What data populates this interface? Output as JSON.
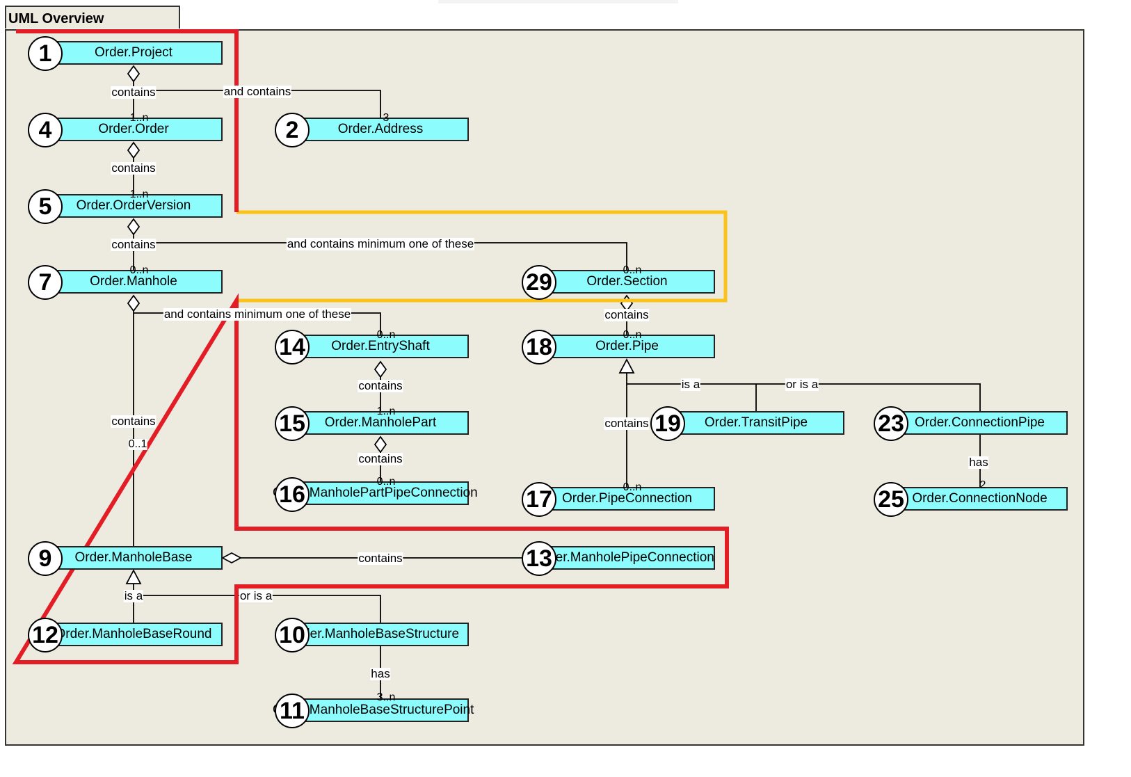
{
  "title": "UML Overview",
  "nodes": [
    {
      "id": "project",
      "label": "Order.Project",
      "num": "1"
    },
    {
      "id": "order",
      "label": "Order.Order",
      "num": "4"
    },
    {
      "id": "address",
      "label": "Order.Address",
      "num": "2"
    },
    {
      "id": "orderversion",
      "label": "Order.OrderVersion",
      "num": "5"
    },
    {
      "id": "manhole",
      "label": "Order.Manhole",
      "num": "7"
    },
    {
      "id": "section",
      "label": "Order.Section",
      "num": "29"
    },
    {
      "id": "entryshaft",
      "label": "Order.EntryShaft",
      "num": "14"
    },
    {
      "id": "pipe",
      "label": "Order.Pipe",
      "num": "18"
    },
    {
      "id": "manholepart",
      "label": "Order.ManholePart",
      "num": "15"
    },
    {
      "id": "transitpipe",
      "label": "Order.TransitPipe",
      "num": "19"
    },
    {
      "id": "connectionpipe",
      "label": "Order.ConnectionPipe",
      "num": "23"
    },
    {
      "id": "manholepartpipeconnection",
      "label": "Order.ManholePartPipeConnection",
      "num": "16"
    },
    {
      "id": "pipeconnection",
      "label": "Order.PipeConnection",
      "num": "17"
    },
    {
      "id": "connectionnode",
      "label": "Order.ConnectionNode",
      "num": "25"
    },
    {
      "id": "manholebase",
      "label": "Order.ManholeBase",
      "num": "9"
    },
    {
      "id": "manholepipeconnection",
      "label": "Order.ManholePipeConnection",
      "num": "13"
    },
    {
      "id": "manholebaseround",
      "label": "Order.ManholeBaseRound",
      "num": "12"
    },
    {
      "id": "manholebasestructure",
      "label": "Order.ManholeBaseStructure",
      "num": "10"
    },
    {
      "id": "manholebasestructurepoint",
      "label": "Order.ManholeBaseStructurePoint",
      "num": "11"
    }
  ],
  "edge_labels": {
    "project_order": "contains",
    "project_address": "and contains",
    "order_version": "contains",
    "version_manhole": "contains",
    "version_section": "and contains minimum one of these",
    "manhole_entryshaft": "and contains minimum one of these",
    "entryshaft_part": "contains",
    "part_partpipe": "contains",
    "manhole_base": "contains",
    "section_pipe": "contains",
    "pipe_isa": "is a",
    "pipe_orisa": "or is a",
    "pipe_pipeconnection": "contains",
    "connpipe_node": "has",
    "base_manholepipeconn": "contains",
    "base_isa": "is a",
    "base_orisa": "or is a",
    "structure_point": "has"
  },
  "multiplicities": {
    "order": "1..n",
    "address": "3",
    "orderversion": "1..n",
    "manhole": "0..n",
    "section": "0..n",
    "entryshaft": "0..n",
    "pipe": "0..n",
    "manholepart": "1..n",
    "partpipeconnection": "0..n",
    "pipeconnection": "0..n",
    "manholebase": "0..1",
    "connectionnode": "2",
    "structurepoint": "3..n"
  },
  "colors": {
    "class_fill": "#8cfcfc",
    "canvas": "#edeae0",
    "highlight_red": "#e31d25",
    "highlight_yellow": "#fbc319"
  }
}
